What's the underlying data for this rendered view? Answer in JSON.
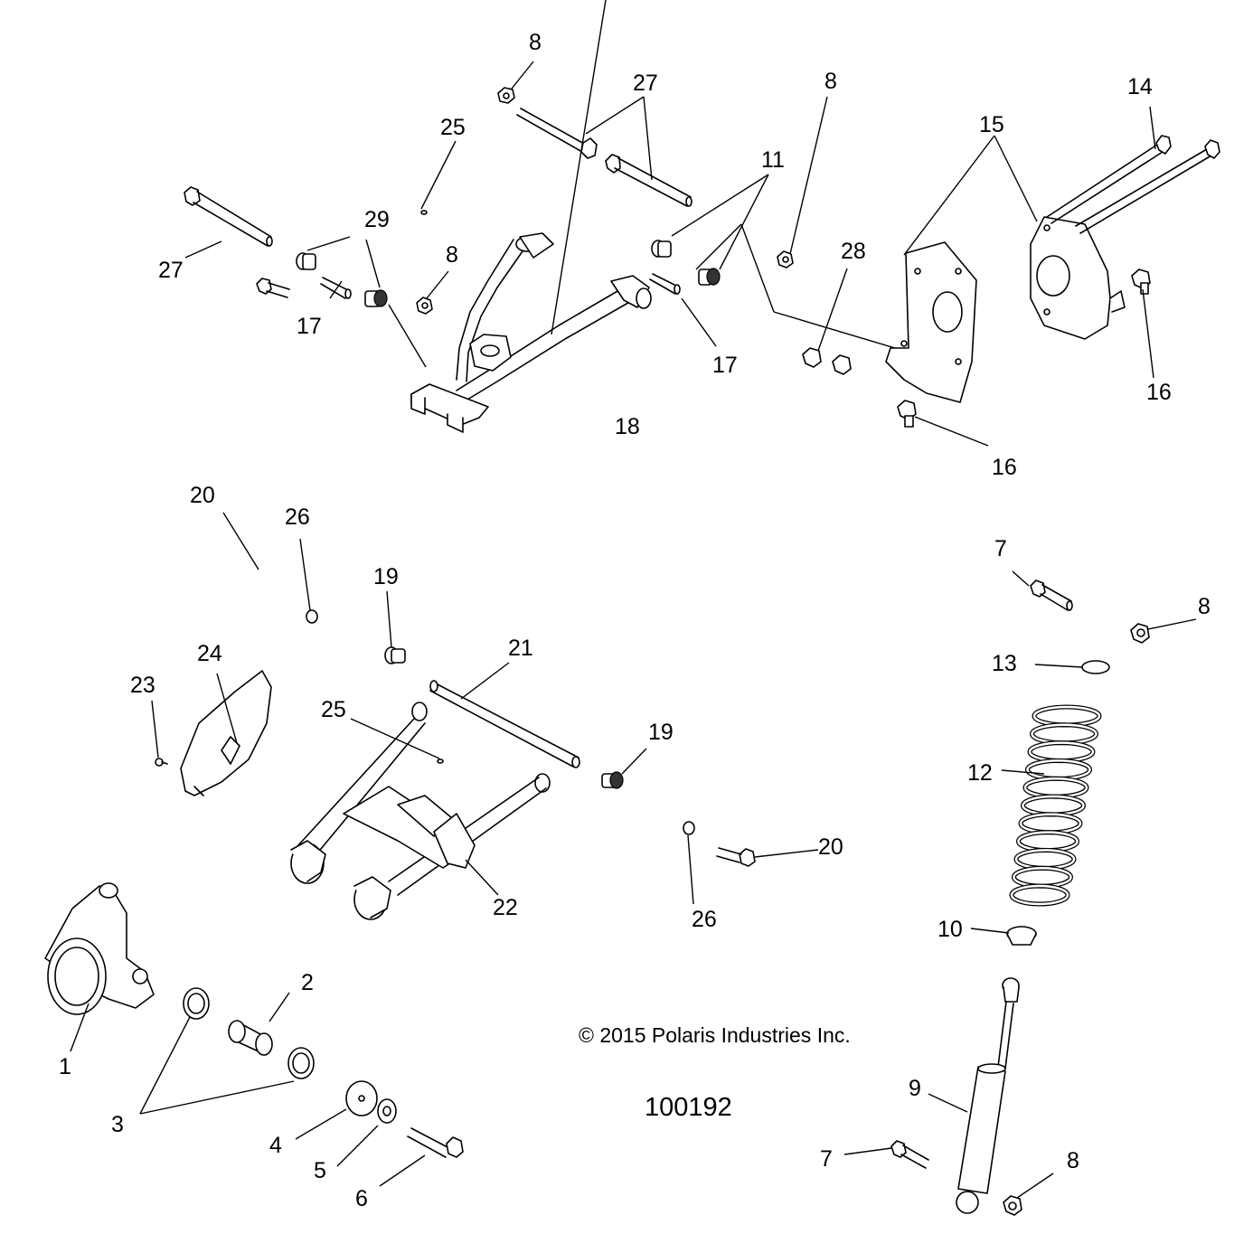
{
  "diagram": {
    "copyright": "© 2015 Polaris Industries Inc.",
    "drawing_number": "100192",
    "callouts": [
      "8",
      "27",
      "25",
      "8",
      "11",
      "15",
      "14",
      "27",
      "29",
      "8",
      "17",
      "17",
      "28",
      "16",
      "18",
      "16",
      "20",
      "26",
      "19",
      "7",
      "8",
      "24",
      "23",
      "21",
      "25",
      "13",
      "19",
      "12",
      "26",
      "20",
      "22",
      "10",
      "2",
      "1",
      "3",
      "9",
      "4",
      "5",
      "6",
      "7",
      "8"
    ]
  }
}
